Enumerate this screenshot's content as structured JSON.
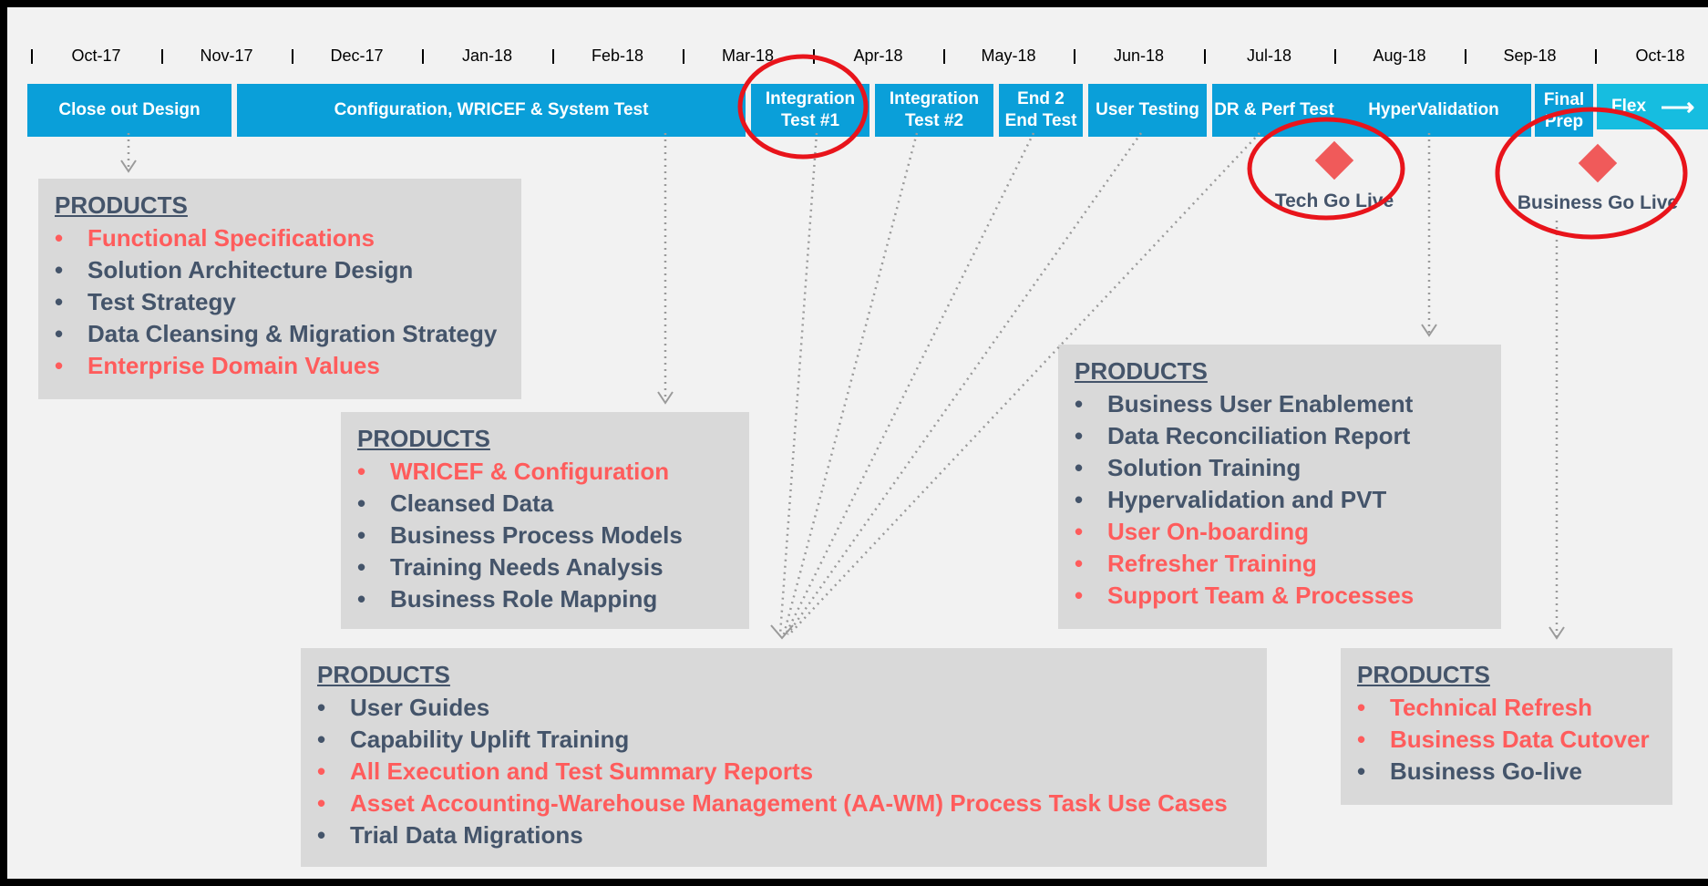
{
  "months": [
    "Oct-17",
    "Nov-17",
    "Dec-17",
    "Jan-18",
    "Feb-18",
    "Mar-18",
    "Apr-18",
    "May-18",
    "Jun-18",
    "Jul-18",
    "Aug-18",
    "Sep-18",
    "Oct-18"
  ],
  "phases": {
    "close_out_design": "Close out Design",
    "configuration": "Configuration, WRICEF & System Test",
    "integration_test_1": "Integration Test #1",
    "integration_test_2": "Integration Test #2",
    "end2end_test": "End 2 End Test",
    "user_testing": "User Testing",
    "dr_perf_test": "DR & Perf Test",
    "hypervalidation": "HyperValidation",
    "final_prep": "Final Prep",
    "flex": "Flex"
  },
  "milestones": {
    "tech_go_live": "Tech Go Live",
    "business_go_live": "Business Go Live"
  },
  "products_heading": "PRODUCTS",
  "boxes": {
    "design": [
      {
        "text": "Functional Specifications",
        "highlight": true
      },
      {
        "text": "Solution Architecture Design",
        "highlight": false
      },
      {
        "text": "Test Strategy",
        "highlight": false
      },
      {
        "text": "Data Cleansing & Migration Strategy",
        "highlight": false
      },
      {
        "text": "Enterprise Domain Values",
        "highlight": true
      }
    ],
    "configuration": [
      {
        "text": "WRICEF & Configuration",
        "highlight": true
      },
      {
        "text": "Cleansed Data",
        "highlight": false
      },
      {
        "text": "Business Process Models",
        "highlight": false
      },
      {
        "text": "Training Needs Analysis",
        "highlight": false
      },
      {
        "text": "Business Role Mapping",
        "highlight": false
      }
    ],
    "testing": [
      {
        "text": "User Guides",
        "highlight": false
      },
      {
        "text": "Capability Uplift Training",
        "highlight": false
      },
      {
        "text": "All Execution and Test Summary Reports",
        "highlight": true
      },
      {
        "text": "Asset Accounting-Warehouse Management (AA-WM) Process Task Use Cases",
        "highlight": true
      },
      {
        "text": "Trial Data Migrations",
        "highlight": false
      }
    ],
    "hypervalidation": [
      {
        "text": "Business User Enablement",
        "highlight": false
      },
      {
        "text": "Data Reconciliation Report",
        "highlight": false
      },
      {
        "text": "Solution Training",
        "highlight": false
      },
      {
        "text": "Hypervalidation and PVT",
        "highlight": false
      },
      {
        "text": "User On-boarding",
        "highlight": true
      },
      {
        "text": "Refresher Training",
        "highlight": true
      },
      {
        "text": "Support Team & Processes",
        "highlight": true
      }
    ],
    "golive": [
      {
        "text": "Technical Refresh",
        "highlight": true
      },
      {
        "text": "Business Data Cutover",
        "highlight": true
      },
      {
        "text": "Business Go-live",
        "highlight": false
      }
    ]
  },
  "colors": {
    "phase_bar": "#0a9fd9",
    "flex_bar": "#16bde0",
    "highlight_text": "#ff5c5c",
    "normal_text": "#44546a",
    "box_background": "#d9d9d9",
    "circle": "#e8141b",
    "diamond": "#f05a5a"
  }
}
